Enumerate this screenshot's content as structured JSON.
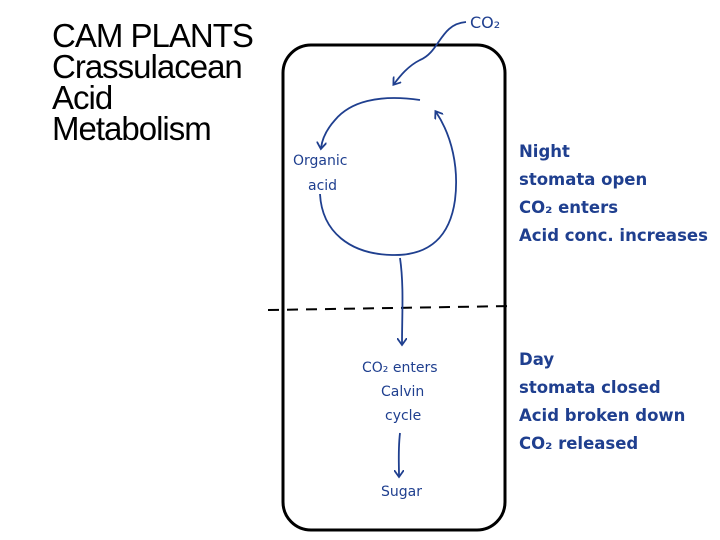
{
  "title": {
    "line1": "CAM PLANTS",
    "line2": "Crassulacean",
    "line3": "Acid",
    "line4": "Metabolism"
  },
  "diagram": {
    "co2_in": "CO₂",
    "organic_acid_line1": "Organic",
    "organic_acid_line2": "acid",
    "co2_enters_line1": "CO₂ enters",
    "co2_enters_line2": "Calvin",
    "co2_enters_line3": "cycle",
    "sugar": "Sugar"
  },
  "night": {
    "line1": "Night",
    "line2": "stomata open",
    "line3": "CO₂ enters",
    "line4": "Acid conc. increases"
  },
  "day": {
    "line1": "Day",
    "line2": "stomata closed",
    "line3": "Acid broken down",
    "line4": "CO₂ released"
  },
  "colors": {
    "ink": "#1f3f8f",
    "outline": "#000000"
  }
}
